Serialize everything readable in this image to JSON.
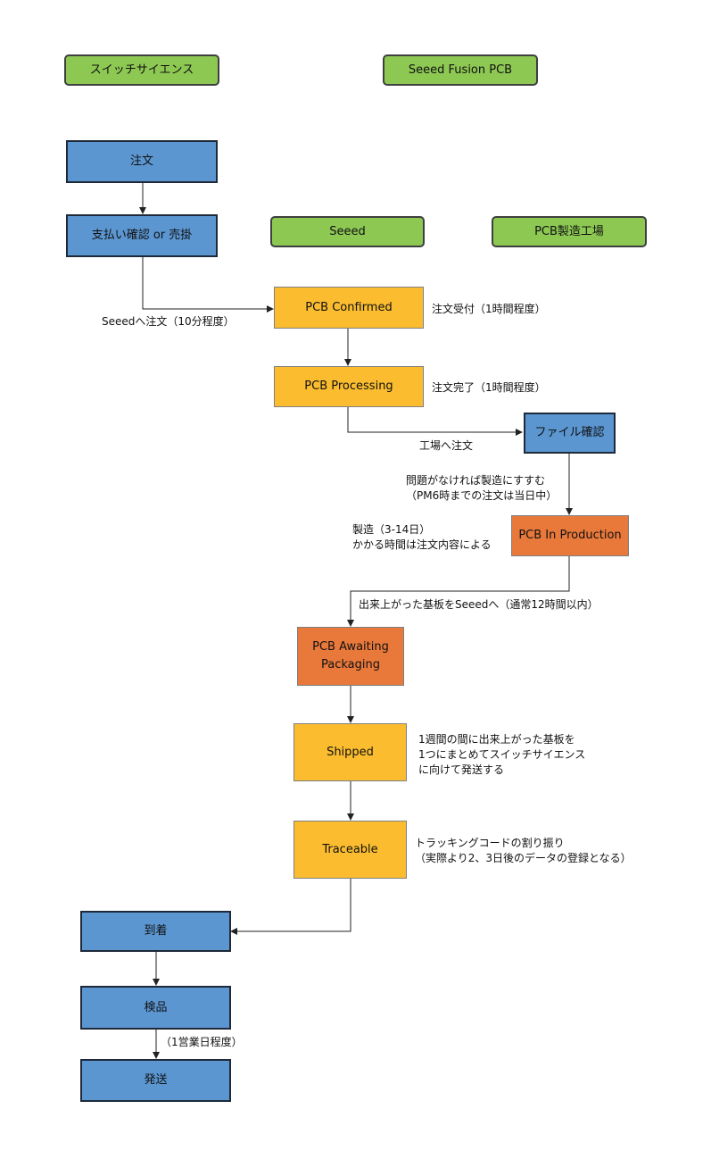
{
  "lanes": {
    "switch_science": "スイッチサイエンス",
    "seeed_fusion": "Seeed Fusion PCB",
    "seeed": "Seeed",
    "factory": "PCB製造工場"
  },
  "nodes": {
    "order": "注文",
    "payment": "支払い確認 or 売掛",
    "pcb_confirmed": "PCB Confirmed",
    "pcb_processing": "PCB Processing",
    "file_check": "ファイル確認",
    "pcb_in_production": "PCB In Production",
    "pcb_awaiting_1": "PCB Awaiting",
    "pcb_awaiting_2": "Packaging",
    "shipped": "Shipped",
    "traceable": "Traceable",
    "arrival": "到着",
    "inspection": "検品",
    "dispatch": "発送"
  },
  "notes": {
    "order_to_seeed": "Seeedへ注文（10分程度）",
    "order_received": "注文受付（1時間程度）",
    "order_completed": "注文完了（1時間程度）",
    "order_to_factory": "工場へ注文",
    "no_issue_1": "問題がなければ製造にすすむ",
    "no_issue_2": "（PM6時までの注文は当日中）",
    "manufacture_1": "製造（3-14日）",
    "manufacture_2": "かかる時間は注文内容による",
    "boards_to_seeed": "出来上がった基板をSeeedへ（通常12時間以内）",
    "shipped_1": "1週間の間に出来上がった基板を",
    "shipped_2": "1つにまとめてスイッチサイエンス",
    "shipped_3": "に向けて発送する",
    "tracking_1": "トラッキングコードの割り振り",
    "tracking_2": "（実際より2、3日後のデータの登録となる）",
    "inspection_time": "（1営業日程度）"
  },
  "colors": {
    "lane": "#8dc853",
    "switch_science_step": "#5b96d1",
    "seeed_step": "#fbbd2f",
    "factory_step": "#e9793b",
    "connector": "#222222"
  }
}
